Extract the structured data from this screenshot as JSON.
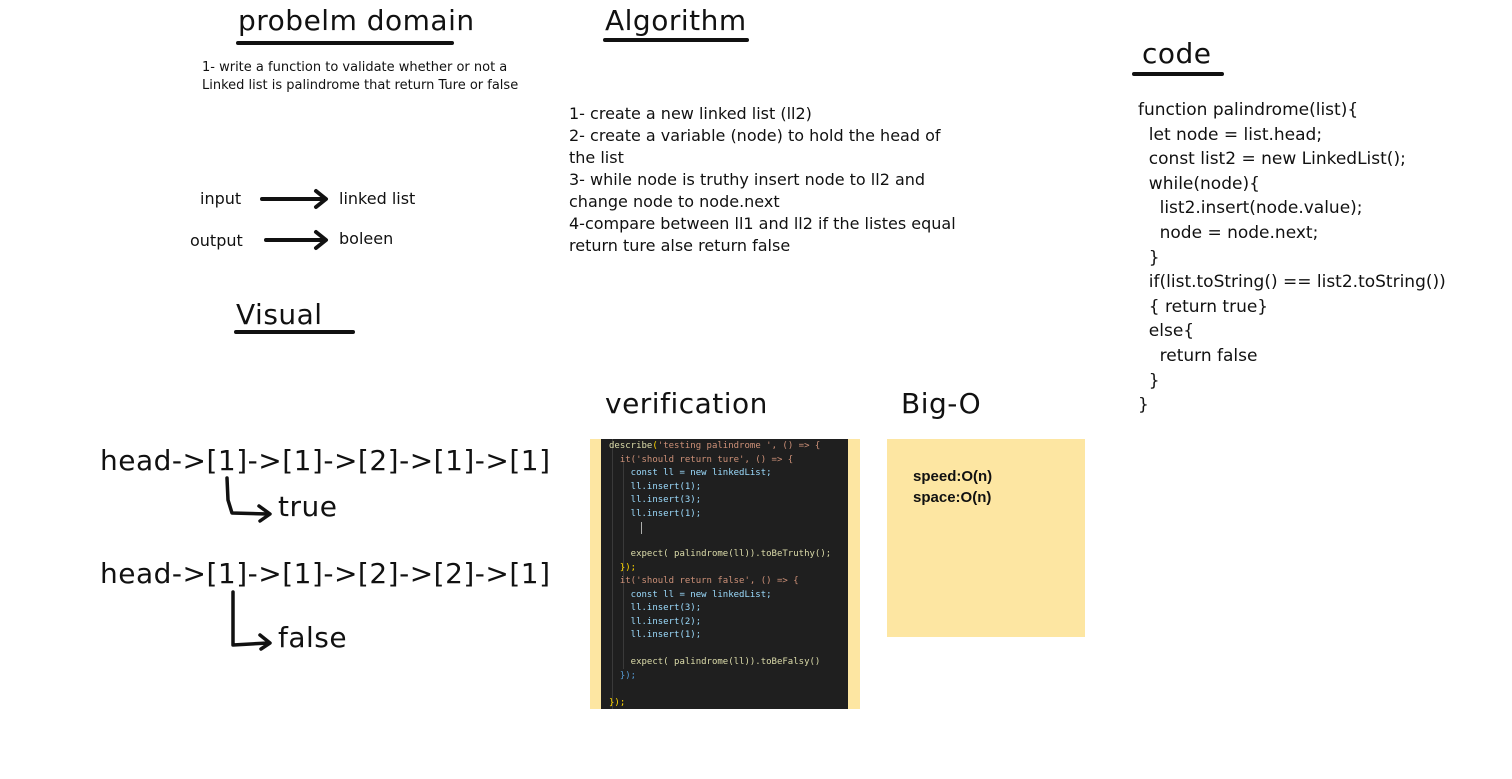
{
  "problem_domain": {
    "heading": "probelm domain",
    "description": "1- write a function to validate whether or not a Linked list is palindrome that return Ture or false",
    "input_label": "input",
    "input_value": "linked list",
    "output_label": "output",
    "output_value": "boleen"
  },
  "algorithm": {
    "heading": "Algorithm",
    "steps": [
      "1- create a new linked list (ll2)",
      "2- create a variable (node) to hold the head of",
      "the list",
      "3- while node is truthy insert node to ll2 and",
      "change node to node.next",
      "4-compare between ll1 and ll2 if the listes equal",
      "return ture alse return false"
    ]
  },
  "code": {
    "heading": "code",
    "lines": [
      "function palindrome(list){",
      "  let node = list.head;",
      "  const list2 = new LinkedList();",
      "  while(node){",
      "    list2.insert(node.value);",
      "    node = node.next;",
      "",
      "  }",
      "",
      "  if(list.toString() == list2.toString())",
      "  { return true}",
      "  else{",
      "    return false",
      "  }",
      "}"
    ]
  },
  "visual": {
    "heading": "Visual",
    "example1": "head->[1]->[1]->[2]->[1]->[1]",
    "result1": "true",
    "example2": "head->[1]->[1]->[2]->[2]->[1]",
    "result2": "false"
  },
  "verification": {
    "heading": "verification",
    "code_lines": [
      "describe('testing palindrome ', () => {",
      "  it('should return ture', () => {",
      "    const ll = new linkedList;",
      "    ll.insert(1);",
      "    ll.insert(3);",
      "    ll.insert(1);",
      "",
      "",
      "    expect( palindrome(ll)).toBeTruthy();",
      "  });",
      "  it('should return false', () => {",
      "    const ll = new linkedList;",
      "    ll.insert(3);",
      "    ll.insert(2);",
      "    ll.insert(1);",
      "",
      "    expect( palindrome(ll)).toBeFalsy()",
      "  });",
      "",
      "});"
    ]
  },
  "big_o": {
    "heading": "Big-O",
    "speed": "speed:O(n)",
    "space": "space:O(n)"
  },
  "colors": {
    "sticky_note": "#fde6a2",
    "editor_background": "#1f1f1f",
    "ink": "#111111"
  }
}
